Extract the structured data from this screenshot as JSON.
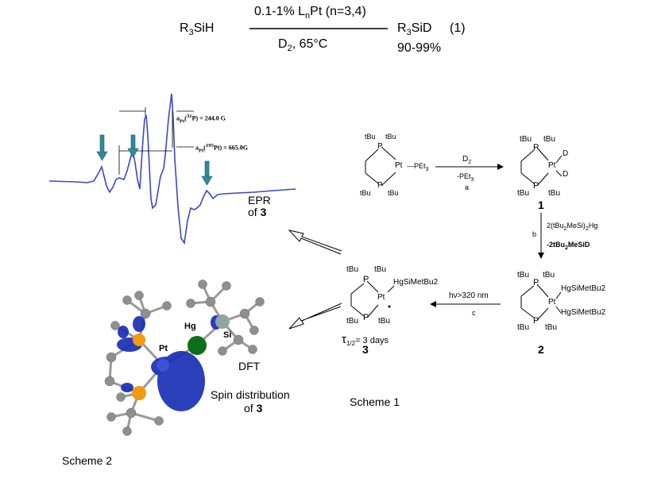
{
  "equation": {
    "reactant": "R3SiH",
    "conditions_top": "0.1-1% LnPt (n=3,4)",
    "conditions_bottom": "D2, 65°C",
    "product": "R3SiD",
    "number": "(1)",
    "yield": "90-99%"
  },
  "epr": {
    "label_line1": "EPR",
    "label_line2": "of",
    "compound": "3",
    "coupling_p": "aPt(31P) = 244.0 G",
    "coupling_pt": "aPt(195Pt) = 665.0G",
    "arrow_color": "#2e8b9a"
  },
  "dft": {
    "label": "DFT",
    "spin_line1": "Spin distribution",
    "spin_line2": "of",
    "compound": "3",
    "atom_pt": "Pt",
    "atom_hg": "Hg",
    "atom_si": "Si",
    "spin_color": "#1a2fb5"
  },
  "scheme": {
    "scheme1_label": "Scheme 1",
    "scheme2_label": "Scheme 2",
    "step_a_reagent": "D2",
    "step_a_byproduct": "-PEt3",
    "step_a_letter": "a",
    "step_b_reagent": "2(tBu2MeSi)2Hg",
    "step_b_byproduct": "-2tBu2MeSiD",
    "step_b_letter": "b",
    "step_c_condition": "hν>320 nm",
    "step_c_letter": "c",
    "half_life": "τ1/2= 3 days",
    "compound_1": "1",
    "compound_2": "2",
    "compound_3": "3"
  },
  "molecules": {
    "tBu": "tBu",
    "P": "P",
    "Pt": "Pt",
    "D": "D",
    "PEt3": "—PEt3",
    "HgSi": "HgSiMetBu2"
  }
}
